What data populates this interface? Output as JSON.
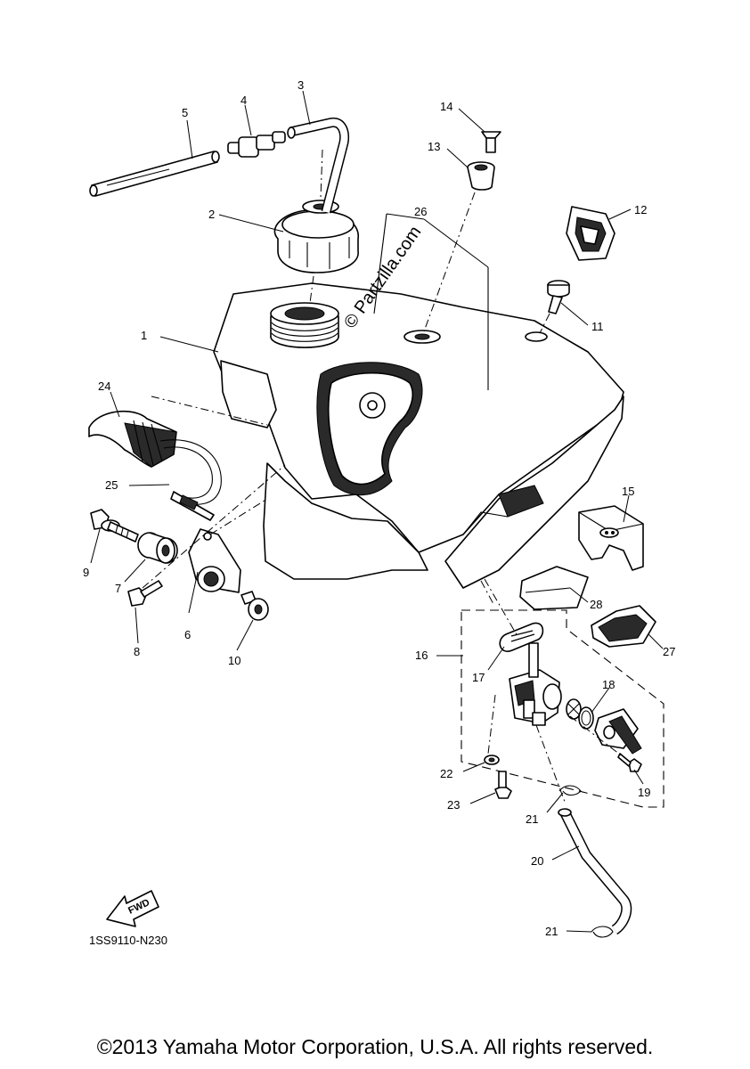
{
  "diagram": {
    "part_numbers": [
      "1",
      "2",
      "3",
      "4",
      "5",
      "6",
      "7",
      "8",
      "9",
      "10",
      "11",
      "12",
      "13",
      "14",
      "15",
      "16",
      "17",
      "18",
      "19",
      "20",
      "21",
      "22",
      "23",
      "24",
      "25",
      "26",
      "27",
      "28"
    ],
    "callouts": {
      "p1": "1",
      "p2": "2",
      "p3": "3",
      "p4": "4",
      "p5": "5",
      "p6": "6",
      "p7": "7",
      "p8": "8",
      "p9": "9",
      "p10": "10",
      "p11": "11",
      "p12": "12",
      "p13": "13",
      "p14": "14",
      "p15": "15",
      "p16": "16",
      "p17": "17",
      "p18": "18",
      "p19": "19",
      "p20": "20",
      "p21a": "21",
      "p21b": "21",
      "p22": "22",
      "p23": "23",
      "p24": "24",
      "p25": "25",
      "p26": "26",
      "p27": "27",
      "p28": "28"
    },
    "watermark": "© Partzilla.com",
    "fwd_label": "FWD",
    "diagram_code": "1SS9110-N230"
  },
  "footer": {
    "copyright": "©2013 Yamaha Motor Corporation, U.S.A. All rights reserved."
  },
  "colors": {
    "ink": "#000000",
    "paper": "#ffffff"
  }
}
